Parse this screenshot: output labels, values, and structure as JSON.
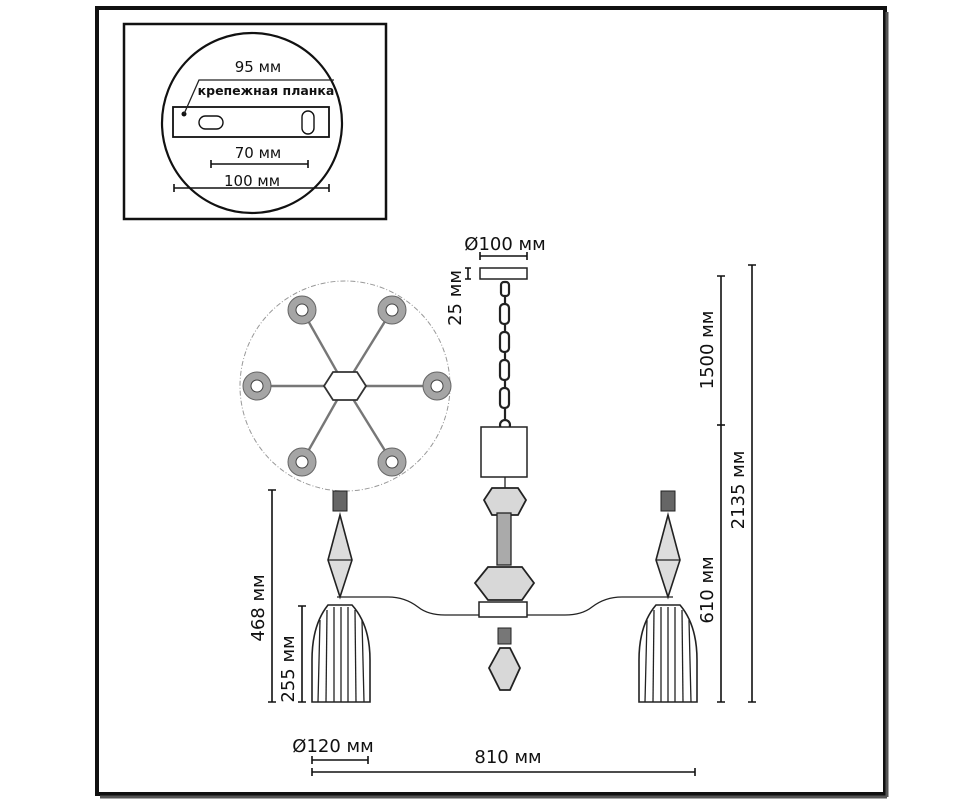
{
  "inset": {
    "dim_95": "95 мм",
    "plate_label": "крепежная планка",
    "dim_70": "70 мм",
    "dim_100": "100 мм"
  },
  "dimensions": {
    "canopy_diameter": "Ø100 мм",
    "canopy_height": "25 мм",
    "chain_length": "1500 мм",
    "total_height": "2135 мм",
    "body_height": "610 мм",
    "lamp_height": "468 мм",
    "shade_height": "255 мм",
    "shade_diameter": "Ø120 мм",
    "total_width": "810 мм"
  },
  "colors": {
    "line": "#111111",
    "shade_gray": "#9a9a9a"
  }
}
